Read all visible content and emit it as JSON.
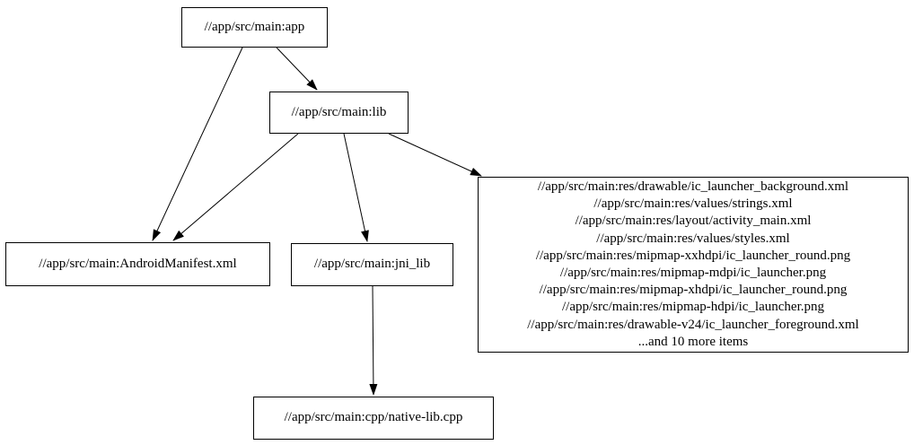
{
  "graph": {
    "nodes": {
      "app": {
        "label": "//app/src/main:app"
      },
      "lib": {
        "label": "//app/src/main:lib"
      },
      "android_manifest": {
        "label": "//app/src/main:AndroidManifest.xml"
      },
      "jni_lib": {
        "label": "//app/src/main:jni_lib"
      },
      "res_group": {
        "lines": [
          "//app/src/main:res/drawable/ic_launcher_background.xml",
          "//app/src/main:res/values/strings.xml",
          "//app/src/main:res/layout/activity_main.xml",
          "//app/src/main:res/values/styles.xml",
          "//app/src/main:res/mipmap-xxhdpi/ic_launcher_round.png",
          "//app/src/main:res/mipmap-mdpi/ic_launcher.png",
          "//app/src/main:res/mipmap-xhdpi/ic_launcher_round.png",
          "//app/src/main:res/mipmap-hdpi/ic_launcher.png",
          "//app/src/main:res/drawable-v24/ic_launcher_foreground.xml",
          "...and 10 more items"
        ]
      },
      "native_lib_cpp": {
        "label": "//app/src/main:cpp/native-lib.cpp"
      }
    },
    "edges": [
      {
        "from": "app",
        "to": "android_manifest"
      },
      {
        "from": "app",
        "to": "lib"
      },
      {
        "from": "lib",
        "to": "android_manifest"
      },
      {
        "from": "lib",
        "to": "jni_lib"
      },
      {
        "from": "lib",
        "to": "res_group"
      },
      {
        "from": "jni_lib",
        "to": "native_lib_cpp"
      }
    ],
    "edge_color": "#000000",
    "node_border_color": "#000000",
    "background_color": "#ffffff"
  }
}
